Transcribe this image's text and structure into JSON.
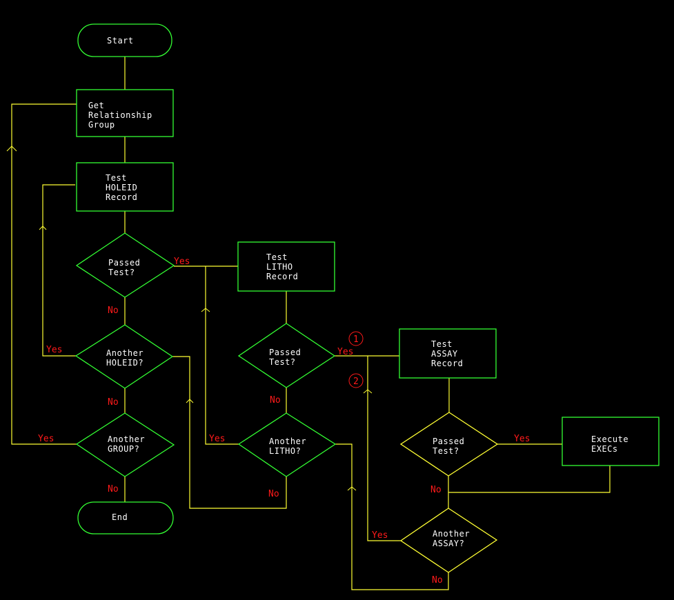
{
  "diagram": {
    "type": "flowchart",
    "colors": {
      "background": "#000000",
      "shape_outline": "#33ff33",
      "shape_outline_alt": "#ffff33",
      "connector": "#ffff33",
      "node_text": "#ffffff",
      "branch_label": "#ff1a1a"
    },
    "nodes": {
      "start": {
        "shape": "terminator",
        "lines": [
          "Start"
        ]
      },
      "get_group": {
        "shape": "process",
        "lines": [
          "Get",
          "Relationship",
          "Group"
        ]
      },
      "test_holeid": {
        "shape": "process",
        "lines": [
          "Test",
          "HOLEID",
          "Record"
        ]
      },
      "passed_holeid": {
        "shape": "decision",
        "lines": [
          "Passed",
          "Test?"
        ]
      },
      "another_holeid": {
        "shape": "decision",
        "lines": [
          "Another",
          "HOLEID?"
        ]
      },
      "another_group": {
        "shape": "decision",
        "lines": [
          "Another",
          "GROUP?"
        ]
      },
      "end": {
        "shape": "terminator",
        "lines": [
          "End"
        ]
      },
      "test_litho": {
        "shape": "process",
        "lines": [
          "Test",
          "LITHO",
          "Record"
        ]
      },
      "passed_litho": {
        "shape": "decision",
        "lines": [
          "Passed",
          "Test?"
        ]
      },
      "another_litho": {
        "shape": "decision",
        "lines": [
          "Another",
          "LITHO?"
        ]
      },
      "test_assay": {
        "shape": "process",
        "lines": [
          "Test",
          "ASSAY",
          "Record"
        ]
      },
      "passed_assay": {
        "shape": "decision",
        "lines": [
          "Passed",
          "Test?"
        ]
      },
      "execute_execs": {
        "shape": "process",
        "lines": [
          "Execute",
          "EXECs"
        ]
      },
      "another_assay": {
        "shape": "decision",
        "lines": [
          "Another",
          "ASSAY?"
        ]
      }
    },
    "edge_labels": {
      "yes": "Yes",
      "no": "No"
    },
    "markers": {
      "one": "1",
      "two": "2"
    },
    "edges": [
      {
        "from": "start",
        "to": "get_group"
      },
      {
        "from": "get_group",
        "to": "test_holeid"
      },
      {
        "from": "test_holeid",
        "to": "passed_holeid"
      },
      {
        "from": "passed_holeid",
        "to": "test_litho",
        "label": "Yes"
      },
      {
        "from": "passed_holeid",
        "to": "another_holeid",
        "label": "No"
      },
      {
        "from": "another_holeid",
        "to": "test_holeid",
        "label": "Yes"
      },
      {
        "from": "another_holeid",
        "to": "another_group",
        "label": "No"
      },
      {
        "from": "another_group",
        "to": "get_group",
        "label": "Yes"
      },
      {
        "from": "another_group",
        "to": "end",
        "label": "No"
      },
      {
        "from": "test_litho",
        "to": "passed_litho"
      },
      {
        "from": "passed_litho",
        "to": "test_assay",
        "label": "Yes",
        "marker": "1"
      },
      {
        "from": "passed_litho",
        "to": "another_litho",
        "label": "No"
      },
      {
        "from": "another_litho",
        "to": "test_litho",
        "label": "Yes"
      },
      {
        "from": "another_litho",
        "to": "another_holeid",
        "label": "No"
      },
      {
        "from": "test_assay",
        "to": "passed_assay"
      },
      {
        "from": "passed_assay",
        "to": "execute_execs",
        "label": "Yes"
      },
      {
        "from": "passed_assay",
        "to": "another_assay",
        "label": "No"
      },
      {
        "from": "execute_execs",
        "to": "another_assay"
      },
      {
        "from": "another_assay",
        "to": "test_assay",
        "label": "Yes",
        "marker": "2"
      },
      {
        "from": "another_assay",
        "to": "another_litho",
        "label": "No"
      }
    ]
  }
}
